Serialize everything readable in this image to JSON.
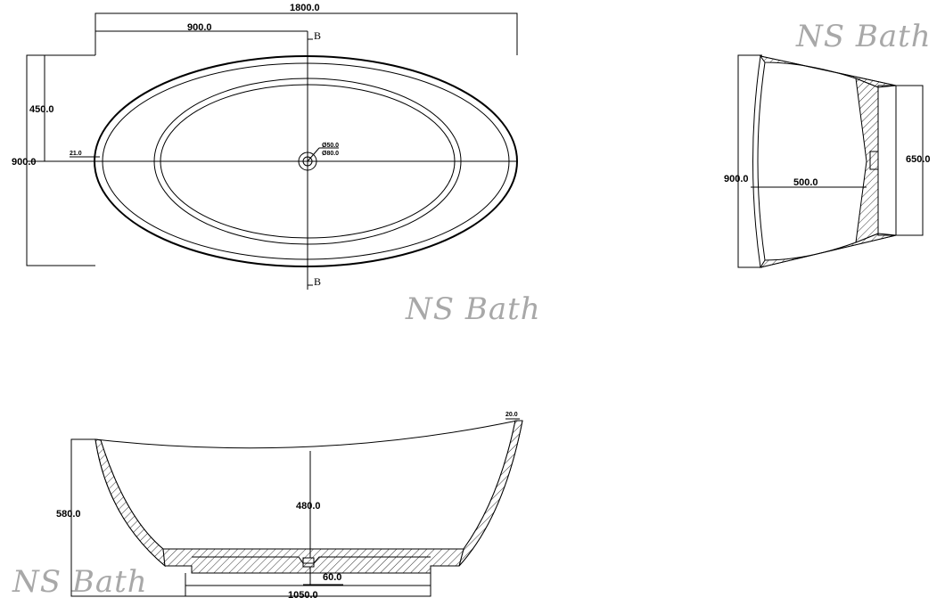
{
  "top_view": {
    "overall_length": "1800.0",
    "half_length": "900.0",
    "half_width": "450.0",
    "overall_width": "900.0",
    "rim_thickness": "21.0",
    "drain_inner": "Ø50.0",
    "drain_outer": "Ø80.0",
    "section_mark": "B"
  },
  "side_section": {
    "height": "900.0",
    "depth_to_center": "500.0",
    "base_height": "650.0"
  },
  "front_section": {
    "rim_thickness": "20.0",
    "total_height": "580.0",
    "inner_depth": "480.0",
    "drain_offset": "60.0",
    "base_length": "1050.0"
  },
  "watermarks": [
    "NS Bath",
    "NS Bath",
    "NS Bath"
  ]
}
